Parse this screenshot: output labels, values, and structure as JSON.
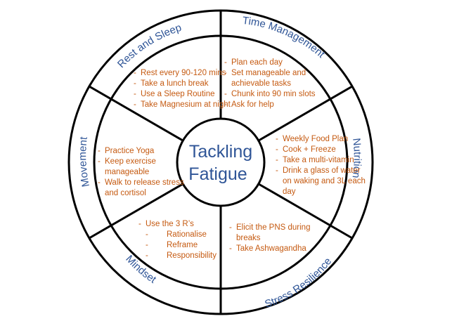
{
  "center": {
    "line1": "Tackling",
    "line2": "Fatigue"
  },
  "segments": {
    "rest": {
      "label": "Rest and Sleep",
      "items": [
        "Rest every 90-120 mins",
        "Take a lunch break",
        "Use a Sleep Routine",
        "Take Magnesium at night"
      ]
    },
    "time": {
      "label": "Time Management",
      "items": [
        "Plan each day",
        "Set manageable and achievable tasks",
        "Chunk into 90 min slots",
        "Ask for help"
      ]
    },
    "nutrition": {
      "label": "Nutrition",
      "items": [
        "Weekly Food Plan",
        "Cook + Freeze",
        "Take a multi-vitamin",
        "Drink a glass of water on waking and 3L each day"
      ]
    },
    "stress": {
      "label": "Stress Resilience",
      "items": [
        "Elicit the PNS during breaks",
        "Take Ashwagandha"
      ]
    },
    "mindset": {
      "label": "Mindset",
      "items": [
        "Use the 3 R’s",
        "Rationalise",
        "Reframe",
        "Responsibility"
      ]
    },
    "movement": {
      "label": "Movement",
      "items": [
        "Practice Yoga",
        "Keep exercise manageable",
        "Walk to release stress and cortisol"
      ]
    }
  },
  "colors": {
    "line": "#000000",
    "label": "#2f5597",
    "tip_text": "#c55a11",
    "background": "#ffffff"
  }
}
